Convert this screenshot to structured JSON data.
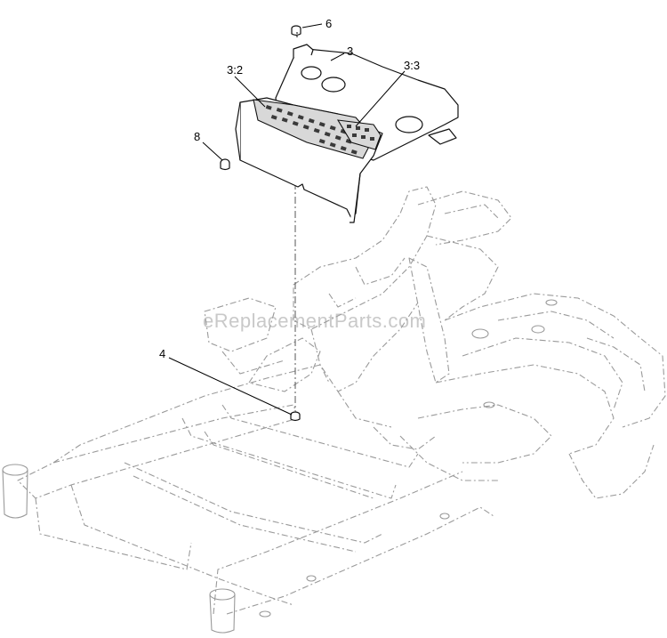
{
  "diagram": {
    "watermark": "eReplacementParts.com",
    "callouts": [
      {
        "id": "6",
        "label": "6"
      },
      {
        "id": "3",
        "label": "3"
      },
      {
        "id": "3-2",
        "label": "3:2"
      },
      {
        "id": "3-3",
        "label": "3:3"
      },
      {
        "id": "8",
        "label": "8"
      },
      {
        "id": "4",
        "label": "4"
      }
    ]
  }
}
